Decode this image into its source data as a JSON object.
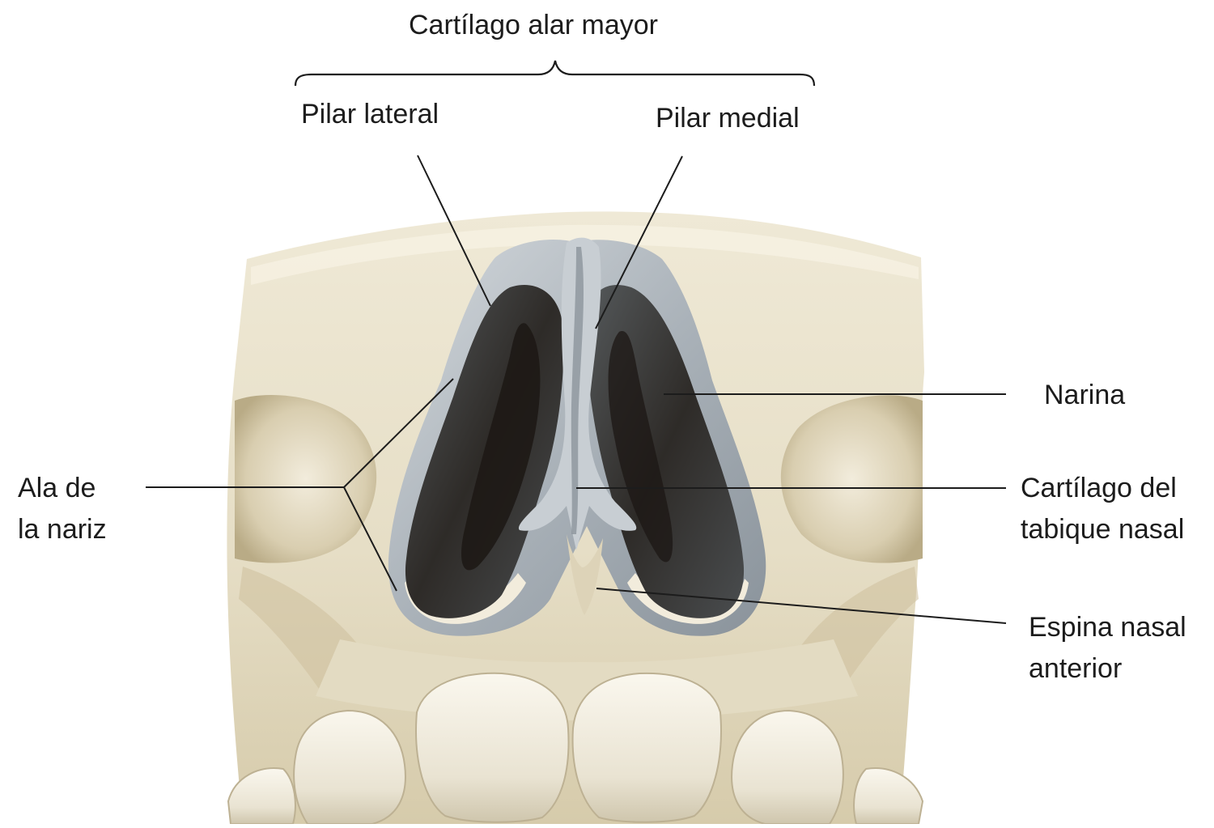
{
  "diagram": {
    "title": "Cartílago alar mayor",
    "labels": {
      "pilar_lateral": "Pilar lateral",
      "pilar_medial": "Pilar medial",
      "narina": "Narina",
      "ala_line1": "Ala de",
      "ala_line2": "la nariz",
      "cartilago_line1": "Cartílago del",
      "cartilago_line2": "tabique nasal",
      "espina_line1": "Espina nasal",
      "espina_line2": "anterior"
    },
    "colors": {
      "bone": "#e8e1cc",
      "bone_shadow": "#c9bf9f",
      "bone_dark": "#a89c78",
      "cartilage": "#b9c0c6",
      "cartilage_dark": "#7f8890",
      "nostril_cavity": "#3a3d3f",
      "nostril_deep": "#1f1a17",
      "teeth": "#f1ede2",
      "leader_line": "#1c1c1c",
      "text": "#1c1c1c"
    }
  }
}
